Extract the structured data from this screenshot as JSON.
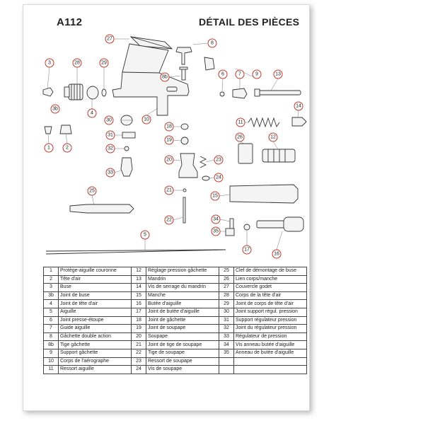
{
  "header": {
    "model": "A112",
    "title": "DÉTAIL DES PIÈCES"
  },
  "callouts": [
    "27",
    "8",
    "3",
    "28",
    "29",
    "8b",
    "6",
    "7",
    "9",
    "13",
    "3b",
    "4",
    "10",
    "30",
    "18",
    "11",
    "14",
    "1",
    "2",
    "31",
    "19",
    "26",
    "12",
    "32",
    "20",
    "23",
    "33",
    "24",
    "21",
    "25",
    "15",
    "22",
    "34",
    "35",
    "5",
    "17",
    "16"
  ],
  "legend": [
    [
      {
        "n": "1",
        "t": "Protège-aiguille couronne"
      },
      {
        "n": "12",
        "t": "Réglage pression gâchette"
      },
      {
        "n": "25",
        "t": "Clef de démontage de buse"
      }
    ],
    [
      {
        "n": "2",
        "t": "Tête d'air"
      },
      {
        "n": "13",
        "t": "Mandrin"
      },
      {
        "n": "26",
        "t": "Lien corps/manche"
      }
    ],
    [
      {
        "n": "3",
        "t": "Buse"
      },
      {
        "n": "14",
        "t": "Vis de serrage du mandrin"
      },
      {
        "n": "27",
        "t": "Couvercle godet"
      }
    ],
    [
      {
        "n": "3b",
        "t": "Joint de buse"
      },
      {
        "n": "15",
        "t": "Manche"
      },
      {
        "n": "28",
        "t": "Corps de la tête d'air"
      }
    ],
    [
      {
        "n": "4",
        "t": "Joint de tête d'air"
      },
      {
        "n": "16",
        "t": "Butée d'aiguille"
      },
      {
        "n": "29",
        "t": "Joint de corps de tête d'air"
      }
    ],
    [
      {
        "n": "5",
        "t": "Aiguille"
      },
      {
        "n": "17",
        "t": "Joint de butée d'aiguille"
      },
      {
        "n": "30",
        "t": "Joint support régul. pression"
      }
    ],
    [
      {
        "n": "6",
        "t": "Joint presse-étoupe"
      },
      {
        "n": "18",
        "t": "Joint de gâchette"
      },
      {
        "n": "31",
        "t": "Support régulateur pression"
      }
    ],
    [
      {
        "n": "7",
        "t": "Guide aiguille"
      },
      {
        "n": "19",
        "t": "Joint de soupape"
      },
      {
        "n": "32",
        "t": "Joint du régulateur pression"
      }
    ],
    [
      {
        "n": "8",
        "t": "Gâchette double action"
      },
      {
        "n": "20",
        "t": "Soupape"
      },
      {
        "n": "33",
        "t": "Régulateur de pression"
      }
    ],
    [
      {
        "n": "8b",
        "t": "Tige gâchette"
      },
      {
        "n": "21",
        "t": "Joint de tige de soupape"
      },
      {
        "n": "34",
        "t": "Vis anneau butée d'aiguille"
      }
    ],
    [
      {
        "n": "9",
        "t": "Support gâchette"
      },
      {
        "n": "22",
        "t": "Tige de soupape"
      },
      {
        "n": "35",
        "t": "Anneau de butée d'aiguille"
      }
    ],
    [
      {
        "n": "10",
        "t": "Corps de l'aérographe"
      },
      {
        "n": "23",
        "t": "Ressort de soupape"
      },
      {
        "n": "",
        "t": ""
      }
    ],
    [
      {
        "n": "11",
        "t": "Ressort aiguille"
      },
      {
        "n": "24",
        "t": "Vis de soupape"
      },
      {
        "n": "",
        "t": ""
      }
    ]
  ]
}
